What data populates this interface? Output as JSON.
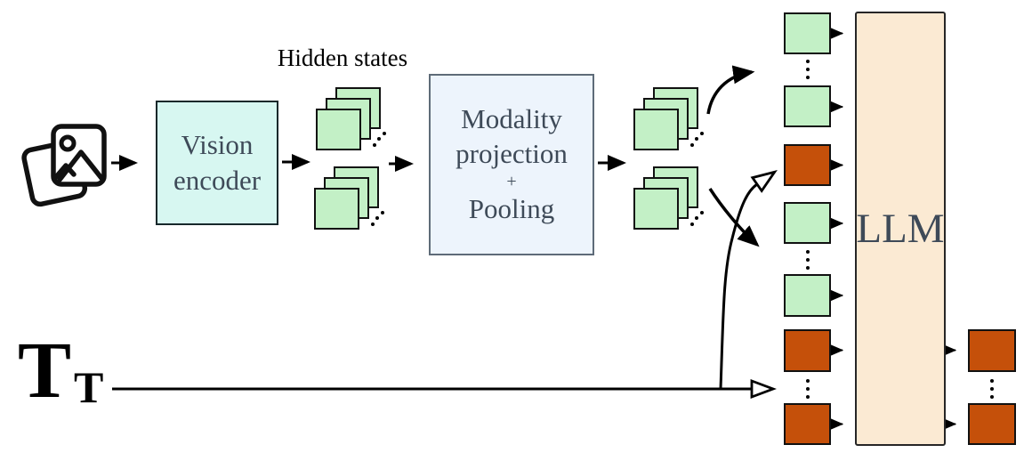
{
  "figure": {
    "labels": {
      "hidden_states": "Hidden states",
      "vision_encoder_lines": [
        "Vision",
        "encoder"
      ],
      "modality_lines": [
        "Modality",
        "projection",
        "+",
        "Pooling"
      ],
      "llm": "LLM",
      "text_input_symbol": "T",
      "text_input_subscript": "T"
    },
    "colors": {
      "image_token_fill": "#c3f0c6",
      "text_token_fill": "#c5500a",
      "vision_encoder_fill": "#d7f7f1",
      "modality_fill": "#edf4fc",
      "llm_fill": "#fbead3",
      "box_label_text": "#3e4a58",
      "line": "#000000"
    },
    "icons": {
      "input": "stacked-photos-icon"
    },
    "token_column": {
      "items": [
        "image",
        "ellipsis",
        "image",
        "text",
        "image",
        "ellipsis",
        "image",
        "text",
        "ellipsis",
        "text"
      ]
    },
    "output_column": {
      "items": [
        "text",
        "ellipsis",
        "text"
      ]
    },
    "hidden_state_stacks": {
      "before_projection": 2,
      "after_projection": 2,
      "squares_per_stack": 3
    }
  }
}
